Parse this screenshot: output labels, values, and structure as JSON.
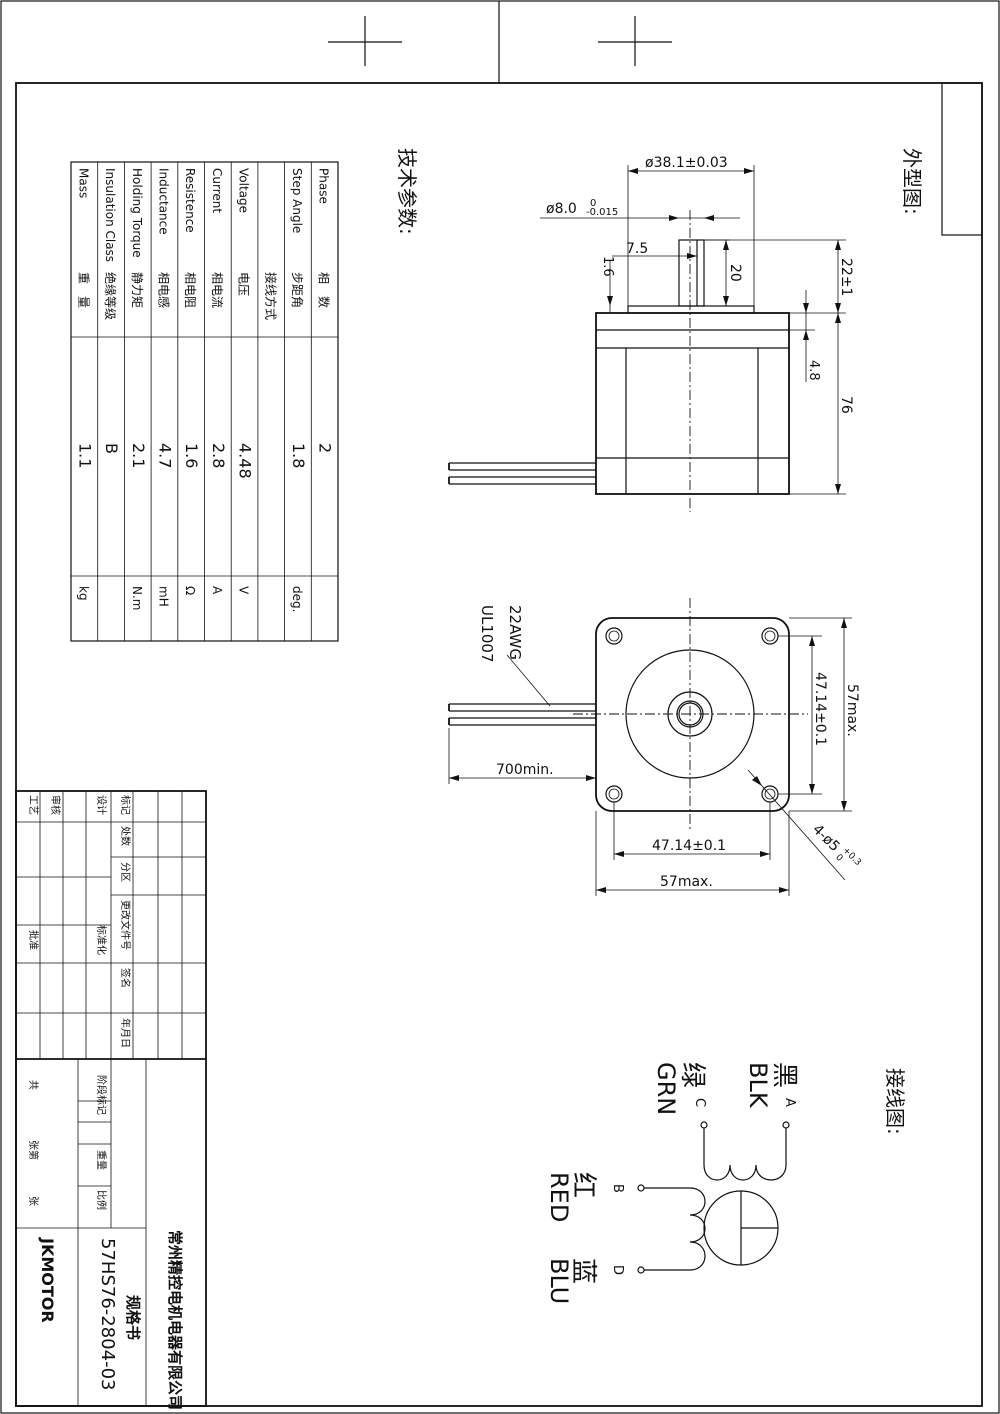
{
  "sections": {
    "outline_title": "外型图:",
    "specs_title": "技术参数:",
    "wiring_title": "接线图:"
  },
  "spec_table": {
    "rows": [
      {
        "en": "Phase",
        "cn": "相　数",
        "value": "2",
        "unit": ""
      },
      {
        "en": "Step Angle",
        "cn": "步距角",
        "value": "1.8",
        "unit": "deg."
      },
      {
        "en": "",
        "cn": "接线方式",
        "value": "",
        "unit": ""
      },
      {
        "en": "Voltage",
        "cn": "电压",
        "value": "4.48",
        "unit": "V"
      },
      {
        "en": "Current",
        "cn": "相电流",
        "value": "2.8",
        "unit": "A"
      },
      {
        "en": "Resistence",
        "cn": "相电阻",
        "value": "1.6",
        "unit": "Ω"
      },
      {
        "en": "Inductance",
        "cn": "相电感",
        "value": "4.7",
        "unit": "mH"
      },
      {
        "en": "Holding Torque",
        "cn": "静力矩",
        "value": "2.1",
        "unit": "N.m"
      },
      {
        "en": "Insulation Class",
        "cn": "绝缘等级",
        "value": "B",
        "unit": ""
      },
      {
        "en": "Mass",
        "cn": "重　量",
        "value": "1.1",
        "unit": "kg"
      }
    ]
  },
  "side_view": {
    "dim_body_dia": "ø38.1±0.03",
    "dim_shaft_dia": "ø8.0",
    "dim_shaft_tol_upper": "0",
    "dim_shaft_tol_lower": "-0.015",
    "dim_flat": "7.5",
    "dim_boss_height": "1.6",
    "dim_flat_length": "20",
    "dim_shaft_length": "22±1",
    "dim_flange": "4.8",
    "dim_body_length": "76"
  },
  "front_view": {
    "wire_gauge": "22AWG",
    "wire_std": "UL1007",
    "lead_length": "700min.",
    "hole_spacing_v": "47.14±0.1",
    "frame_size_v": "57max.",
    "hole_spacing_h": "47.14±0.1",
    "frame_size_h": "57max.",
    "mount_holes": "4-ø5",
    "mount_hole_tol_upper": "+0.3",
    "mount_hole_tol_lower": "0"
  },
  "wiring": {
    "wires": [
      {
        "cn": "黑",
        "en": "BLK",
        "terminal": "A"
      },
      {
        "cn": "绿",
        "en": "GRN",
        "terminal": "C"
      },
      {
        "cn": "红",
        "en": "RED",
        "terminal": "B"
      },
      {
        "cn": "蓝",
        "en": "BLU",
        "terminal": "D"
      }
    ]
  },
  "title_block": {
    "headers": [
      "标记",
      "处数",
      "分区",
      "更改文件号",
      "签名",
      "年月日"
    ],
    "roles": [
      "设计",
      "审核",
      "工艺",
      "标准化",
      "批准"
    ],
    "stage_mark": "阶段标记",
    "weight": "重量",
    "scale": "比例",
    "sheets_total": "共",
    "sheets_label": "张第",
    "sheet_suffix": "张",
    "company": "常州精控电机电器有限公司",
    "spec_label": "规格书",
    "model": "57HS76-2804-03",
    "brand": "JKMOTOR"
  }
}
